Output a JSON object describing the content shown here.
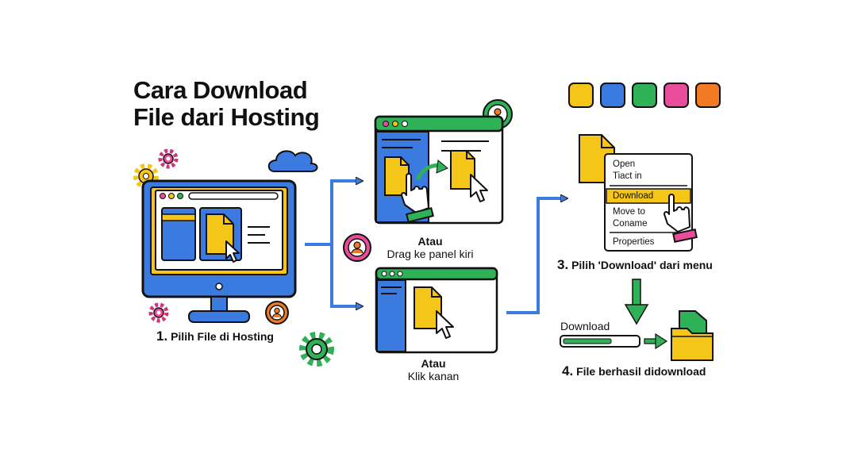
{
  "title": {
    "line1": "Cara Download",
    "line2": "File dari Hosting"
  },
  "steps": {
    "s1": {
      "num": "1.",
      "text": "Pilih File di Hosting"
    },
    "opt_a": {
      "head": "Atau",
      "text": "Drag ke panel kiri"
    },
    "opt_b": {
      "head": "Atau",
      "text": "Klik kanan"
    },
    "s3": {
      "num": "3.",
      "text": "Pilih 'Download' dari menu"
    },
    "s4": {
      "num": "4.",
      "text": "File berhasil didownload"
    }
  },
  "context_menu": {
    "items": [
      "Open",
      "Tiact in",
      "Download",
      "Move to",
      "Coname",
      "Properties"
    ]
  },
  "download": {
    "label": "Download",
    "progress": 0.65
  },
  "palette": [
    "#f5c518",
    "#3b7be0",
    "#2fb157",
    "#e84c9b",
    "#f27a22"
  ],
  "icons": [
    "gear-icon",
    "cloud-icon",
    "user-icon",
    "cursor-icon",
    "hand-pointer-icon",
    "folder-icon",
    "file-icon",
    "arrow-icon"
  ]
}
